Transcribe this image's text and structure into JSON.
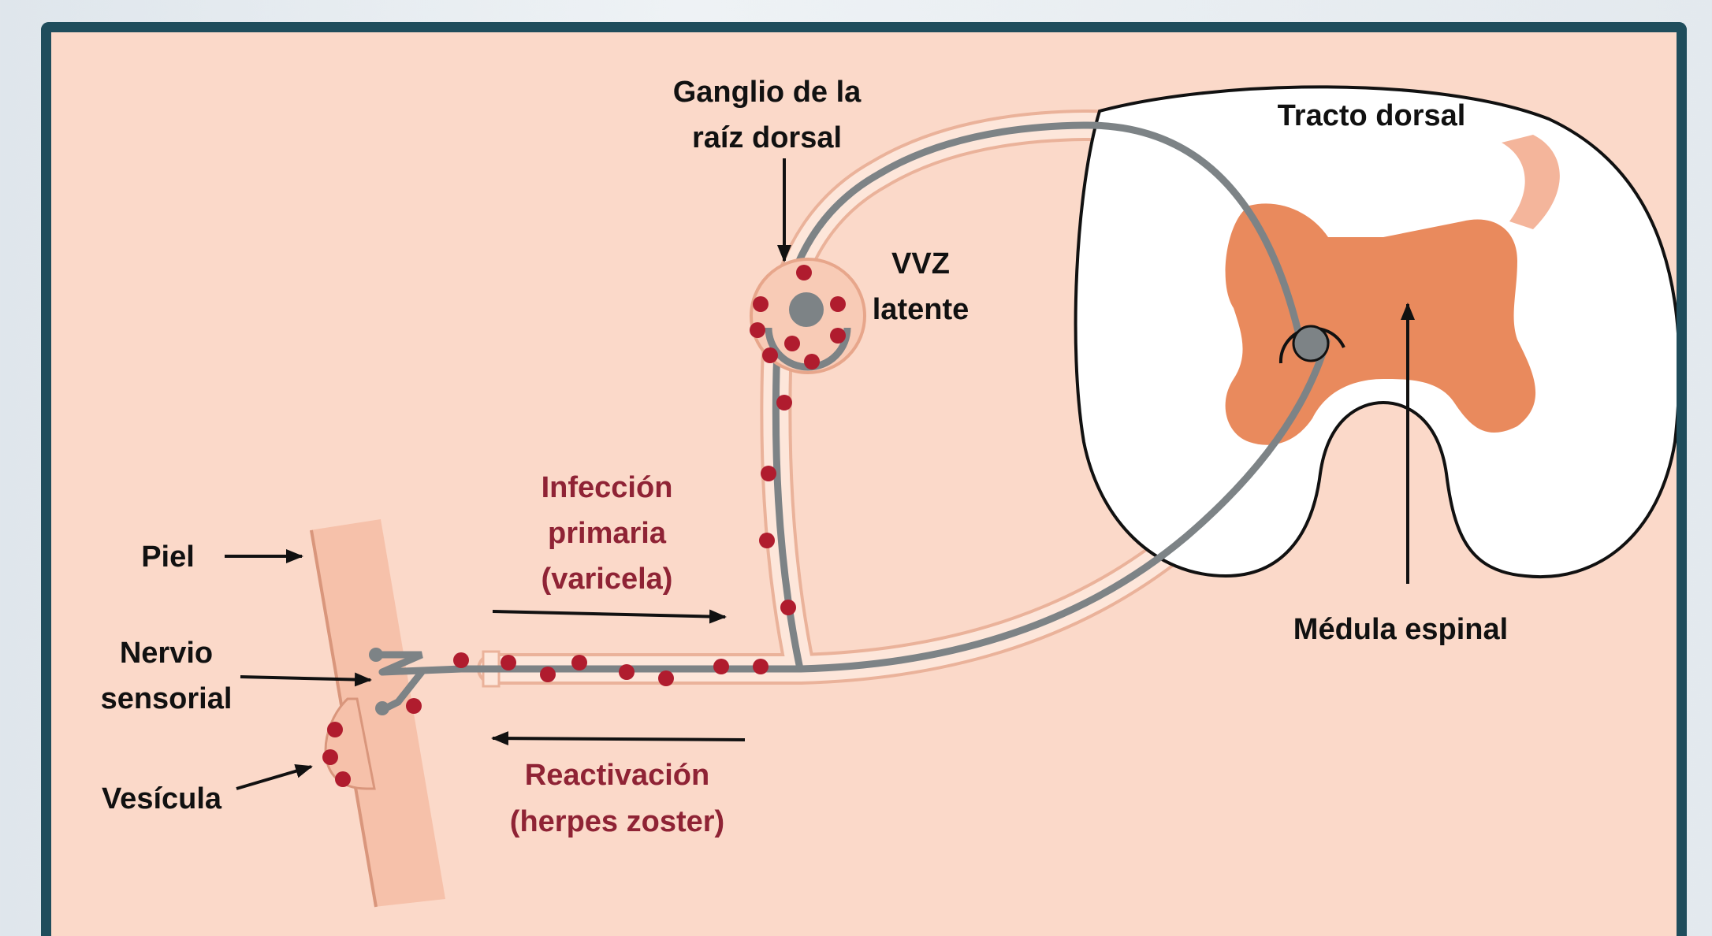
{
  "labels": {
    "ganglion_line1": "Ganglio de la",
    "ganglion_line2": "raíz dorsal",
    "dorsal_tract": "Tracto dorsal",
    "vzv_line1": "VVZ",
    "vzv_line2": "latente",
    "spinal_cord": "Médula espinal",
    "skin": "Piel",
    "nerve_line1": "Nervio",
    "nerve_line2": "sensorial",
    "vesicle": "Vesícula"
  },
  "pathways": {
    "primary_line1": "Infección",
    "primary_line2": "primaria",
    "primary_line3": "(varicela)",
    "reactivation_line1": "Reactivación",
    "reactivation_line2": "(herpes zoster)"
  },
  "colors": {
    "background": "#fbd9c9",
    "frame": "#1f4d5c",
    "grey_matter": "#e98a5d",
    "nerve_fiber": "#7d8386",
    "virus_particle": "#b01c2e",
    "pathway_text": "#8f2335"
  }
}
